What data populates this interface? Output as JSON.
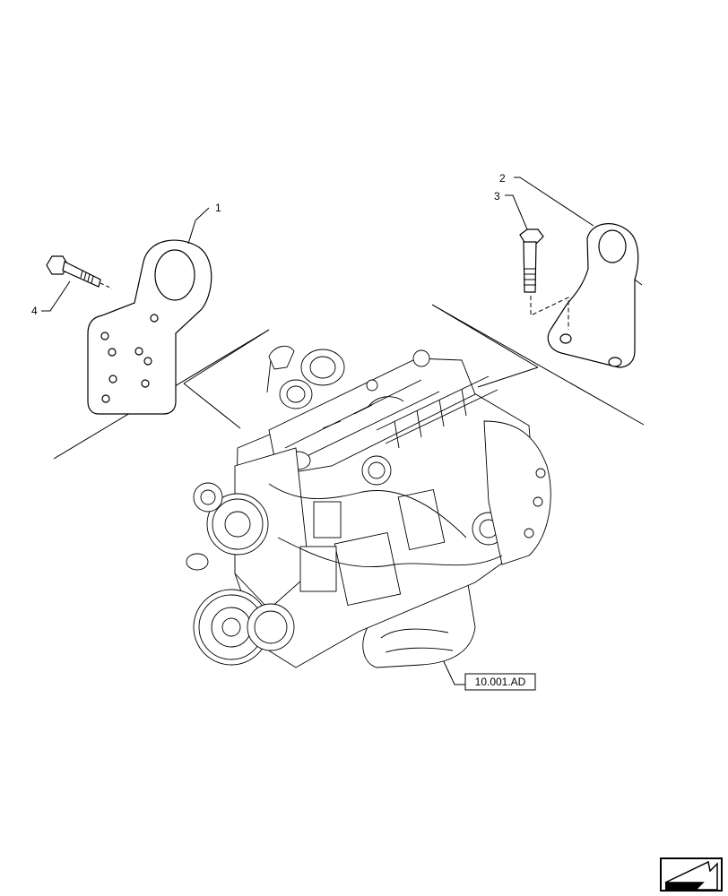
{
  "callouts": {
    "c1": "1",
    "c2": "2",
    "c3": "3",
    "c4": "4"
  },
  "reference_label": "10.001.AD",
  "nav_icon": "next-page-arrow-icon"
}
